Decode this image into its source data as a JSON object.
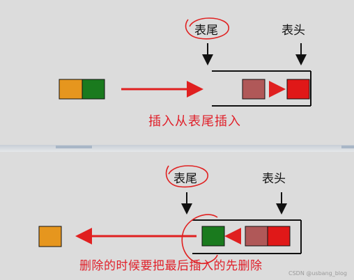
{
  "top": {
    "tail_label": "表尾",
    "head_label": "表头",
    "caption": "插入从表尾插入"
  },
  "bottom": {
    "tail_label": "表尾",
    "head_label": "表头",
    "caption": "删除的时候要把最后插入的先删除"
  },
  "watermark": "CSDN @usbang_blog",
  "colors": {
    "orange": "#e6961e",
    "green": "#1a7a1e",
    "dusty_red": "#b05858",
    "red": "#e01818",
    "arrow": "#e02020",
    "annotation": "#e02020"
  }
}
